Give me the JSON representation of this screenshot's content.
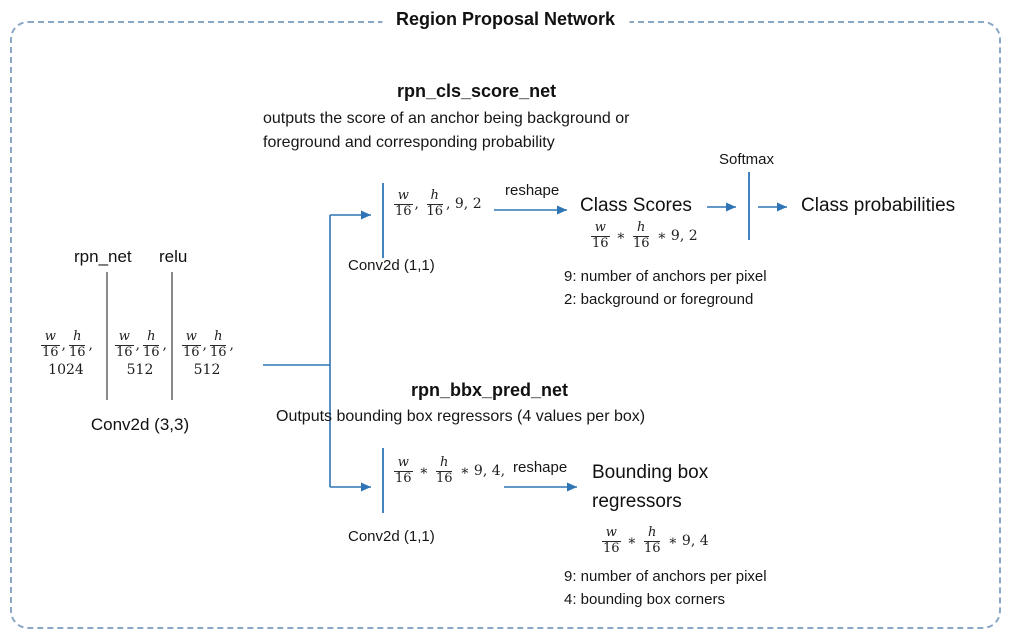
{
  "accent_color": "#2E75B6",
  "frame_color": "#8AA7C7",
  "frame_title": "Region Proposal Network",
  "backbone": {
    "rpn_net_label": "rpn_net",
    "relu_label": "relu",
    "conv_label": "Conv2d (3,3)",
    "cols": [
      {
        "tokens": [
          {
            "t": "frac",
            "n": "w",
            "d": "16"
          },
          {
            "t": "txt",
            "v": ","
          },
          {
            "t": "frac",
            "n": "h",
            "d": "16"
          },
          {
            "t": "txt",
            "v": ","
          }
        ],
        "channels": "1024"
      },
      {
        "tokens": [
          {
            "t": "frac",
            "n": "w",
            "d": "16"
          },
          {
            "t": "txt",
            "v": ","
          },
          {
            "t": "frac",
            "n": "h",
            "d": "16"
          },
          {
            "t": "txt",
            "v": ","
          }
        ],
        "channels": "512"
      },
      {
        "tokens": [
          {
            "t": "frac",
            "n": "w",
            "d": "16"
          },
          {
            "t": "txt",
            "v": ","
          },
          {
            "t": "frac",
            "n": "h",
            "d": "16"
          },
          {
            "t": "txt",
            "v": ","
          }
        ],
        "channels": "512"
      }
    ]
  },
  "cls_branch": {
    "title": "rpn_cls_score_net",
    "desc_line1": "outputs the score of an anchor being background or",
    "desc_line2": "foreground and corresponding probability",
    "input_dims": [
      {
        "t": "frac",
        "n": "w",
        "d": "16"
      },
      {
        "t": "txt",
        "v": ", "
      },
      {
        "t": "frac",
        "n": "h",
        "d": "16"
      },
      {
        "t": "txt",
        "v": ", 9, 2"
      }
    ],
    "conv_label": "Conv2d (1,1)",
    "reshape_label": "reshape",
    "scores_label": "Class Scores",
    "scores_dims": [
      {
        "t": "frac",
        "n": "w",
        "d": "16"
      },
      {
        "t": "txt",
        "v": " ∗ "
      },
      {
        "t": "frac",
        "n": "h",
        "d": "16"
      },
      {
        "t": "txt",
        "v": " ∗ 9, 2"
      }
    ],
    "softmax_label": "Softmax",
    "prob_label": "Class probabilities",
    "note1": "9: number of anchors per pixel",
    "note2": "2: background or foreground"
  },
  "bbx_branch": {
    "title": "rpn_bbx_pred_net",
    "desc": "Outputs bounding box regressors (4 values per box)",
    "input_dims": [
      {
        "t": "frac",
        "n": "w",
        "d": "16"
      },
      {
        "t": "txt",
        "v": " ∗ "
      },
      {
        "t": "frac",
        "n": "h",
        "d": "16"
      },
      {
        "t": "txt",
        "v": " ∗ 9, 4,"
      }
    ],
    "conv_label": "Conv2d (1,1)",
    "reshape_label": "reshape",
    "out_label_line1": "Bounding box",
    "out_label_line2": "regressors",
    "out_dims": [
      {
        "t": "frac",
        "n": "w",
        "d": "16"
      },
      {
        "t": "txt",
        "v": " ∗ "
      },
      {
        "t": "frac",
        "n": "h",
        "d": "16"
      },
      {
        "t": "txt",
        "v": " ∗ 9, 4"
      }
    ],
    "note1": "9: number of anchors per pixel",
    "note2": "4: bounding box corners"
  }
}
